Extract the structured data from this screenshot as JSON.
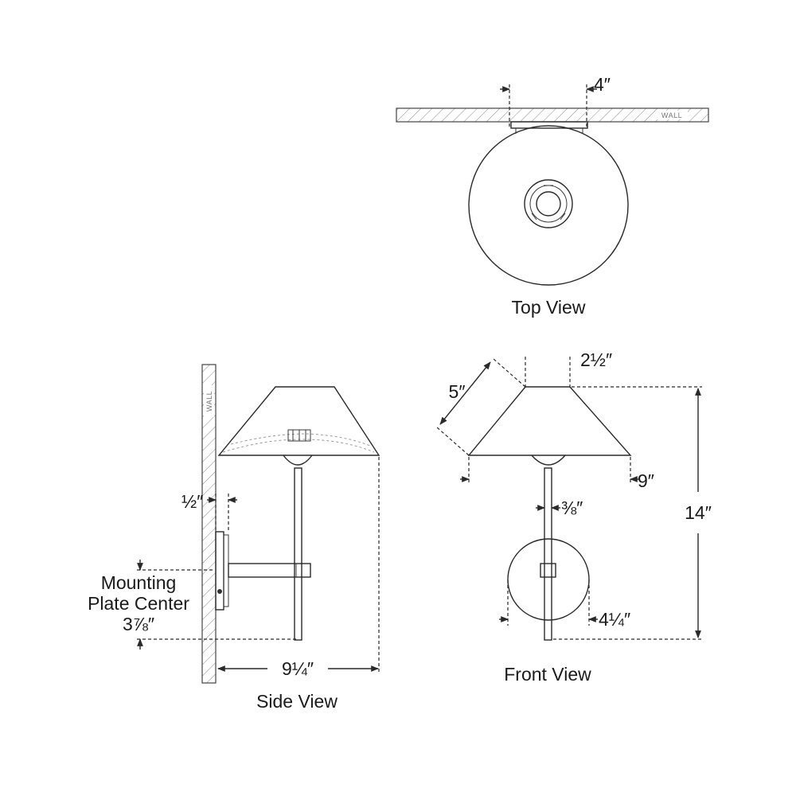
{
  "views": {
    "top": "Top View",
    "side": "Side View",
    "front": "Front View"
  },
  "wall_labels": {
    "top": "WALL",
    "side": "WALL"
  },
  "dimensions": {
    "plate_depth": "4″",
    "shade_top": "2½″",
    "shade_slant": "5″",
    "shade_bottom": "9″",
    "height": "14″",
    "stem": "⅜″",
    "plate_width": "4¼″",
    "plate_offset": "½″",
    "mount_center_line1": "Mounting",
    "mount_center_line2": "Plate Center",
    "mount_center_value": "3⅞″",
    "extension": "9¼″"
  }
}
